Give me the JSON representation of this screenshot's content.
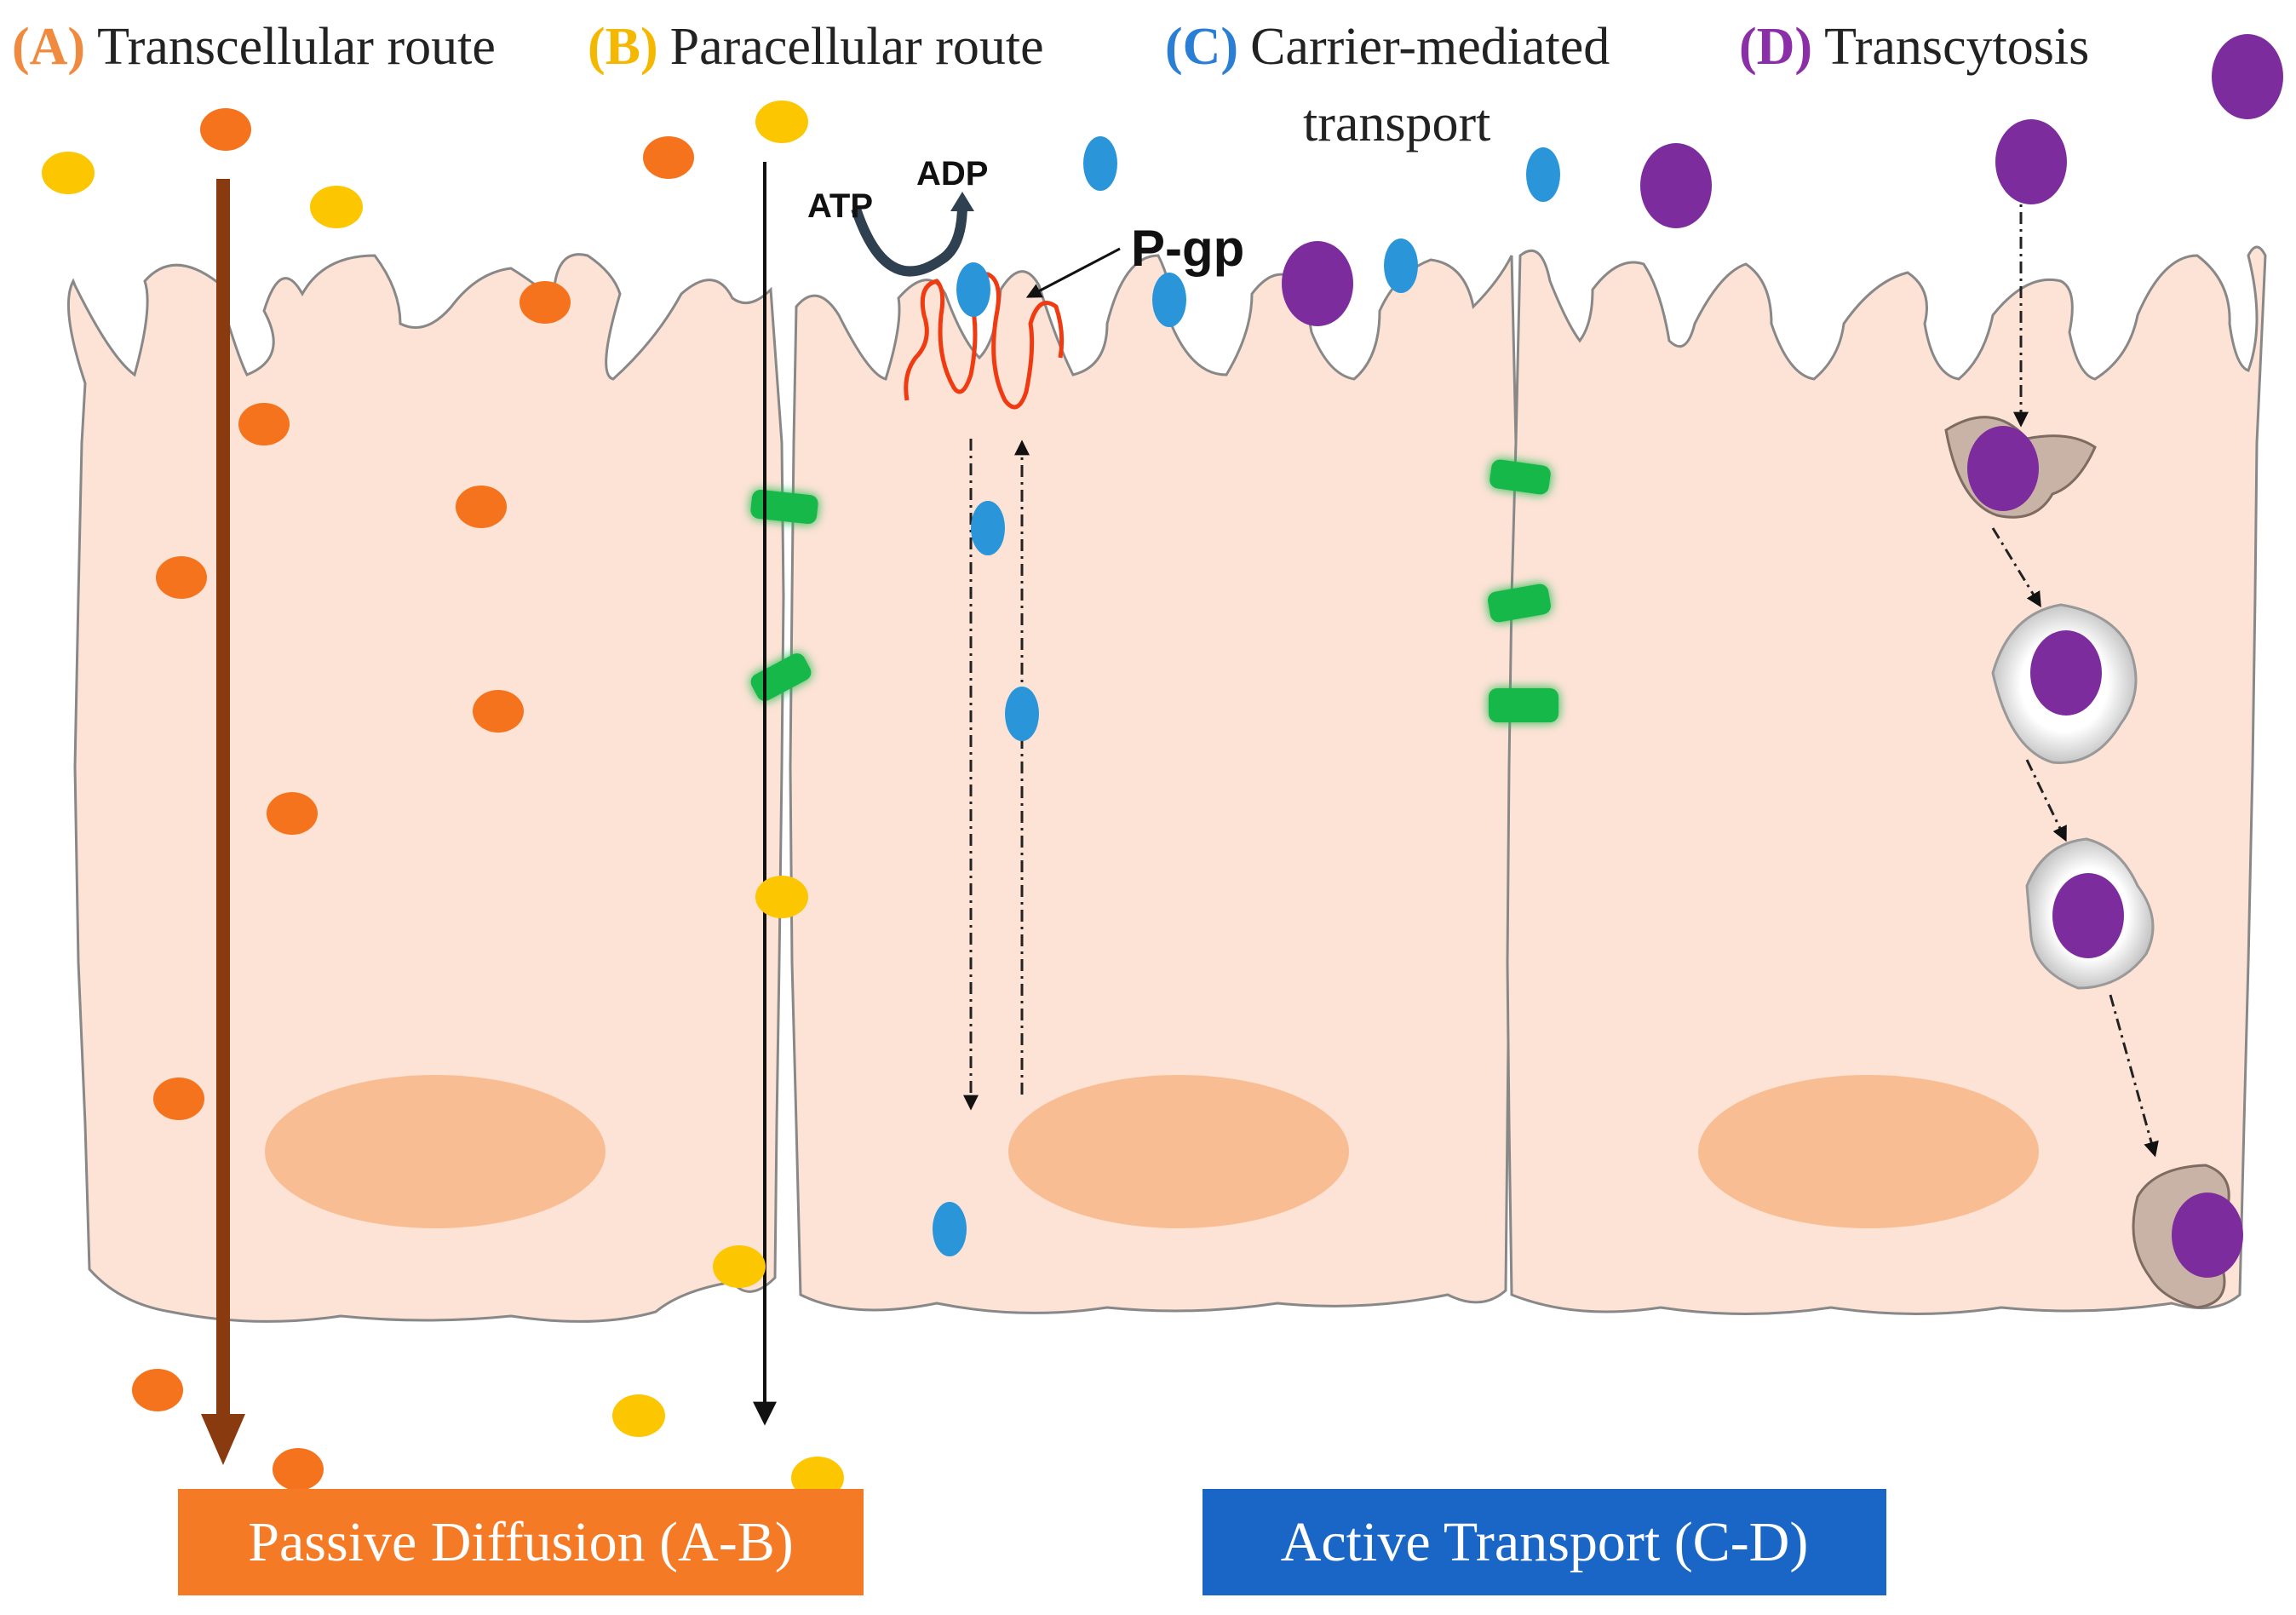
{
  "legend": {
    "a": {
      "letter": "(A)",
      "text": "Transcellular route",
      "color": "#f08a3e"
    },
    "b": {
      "letter": "(B)",
      "text": "Paracellular route",
      "color": "#f5b800"
    },
    "c": {
      "letter": "(C)",
      "text_line1": "Carrier-mediated",
      "text_line2": "transport",
      "color": "#2a7fd4"
    },
    "d": {
      "letter": "(D)",
      "text": "Transcytosis",
      "color": "#8a2fa8"
    }
  },
  "labels": {
    "atp": "ATP",
    "adp": "ADP",
    "pgp": "P-gp",
    "passive": "Passive Diffusion (A-B)",
    "active": "Active Transport (C-D)"
  },
  "colors": {
    "cell_fill": "#fde3d6",
    "nucleus": "#f9bd93",
    "transcellular_particle": "#f5731c",
    "paracellular_particle": "#fcc600",
    "carrier_particle": "#2a95d9",
    "transcytosis_particle": "#7d2c9e",
    "tight_junction": "#19b84a",
    "pgp": "#f03a12",
    "transcellular_arrow": "#8a3a0f"
  },
  "icons": [
    "cell-icon",
    "nucleus-icon",
    "tight-junction-icon",
    "pgp-transporter-icon",
    "vesicle-icon"
  ]
}
